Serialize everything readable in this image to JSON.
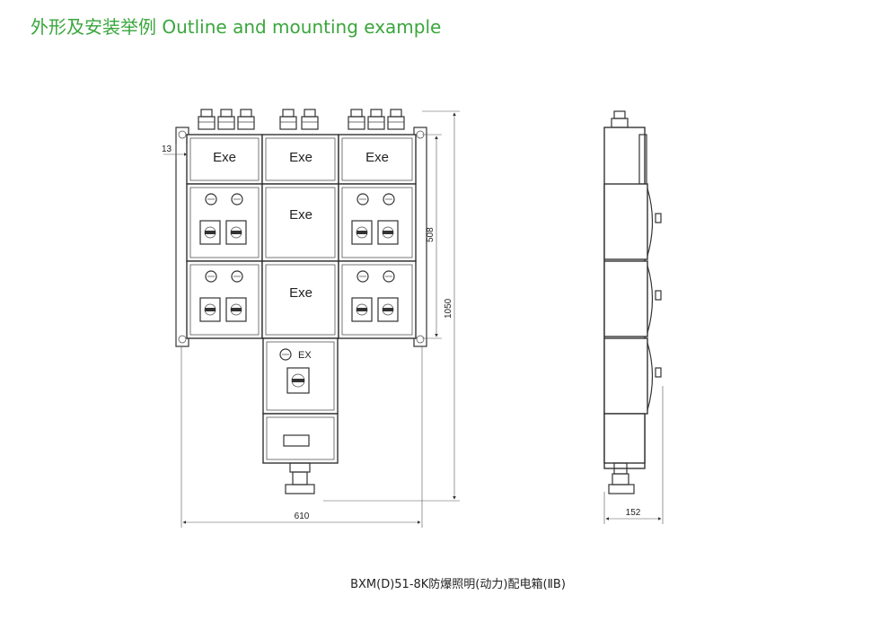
{
  "heading": "外形及安装举例 Outline and mounting example",
  "labels": {
    "exe": "Exe",
    "ex": "EX"
  },
  "dimensions": {
    "flange": "13",
    "upper_height": "508",
    "total_height": "1050",
    "width": "610",
    "depth": "152"
  },
  "caption": "BXM(D)51-8K防爆照明(动力)配电箱(ⅡB)"
}
